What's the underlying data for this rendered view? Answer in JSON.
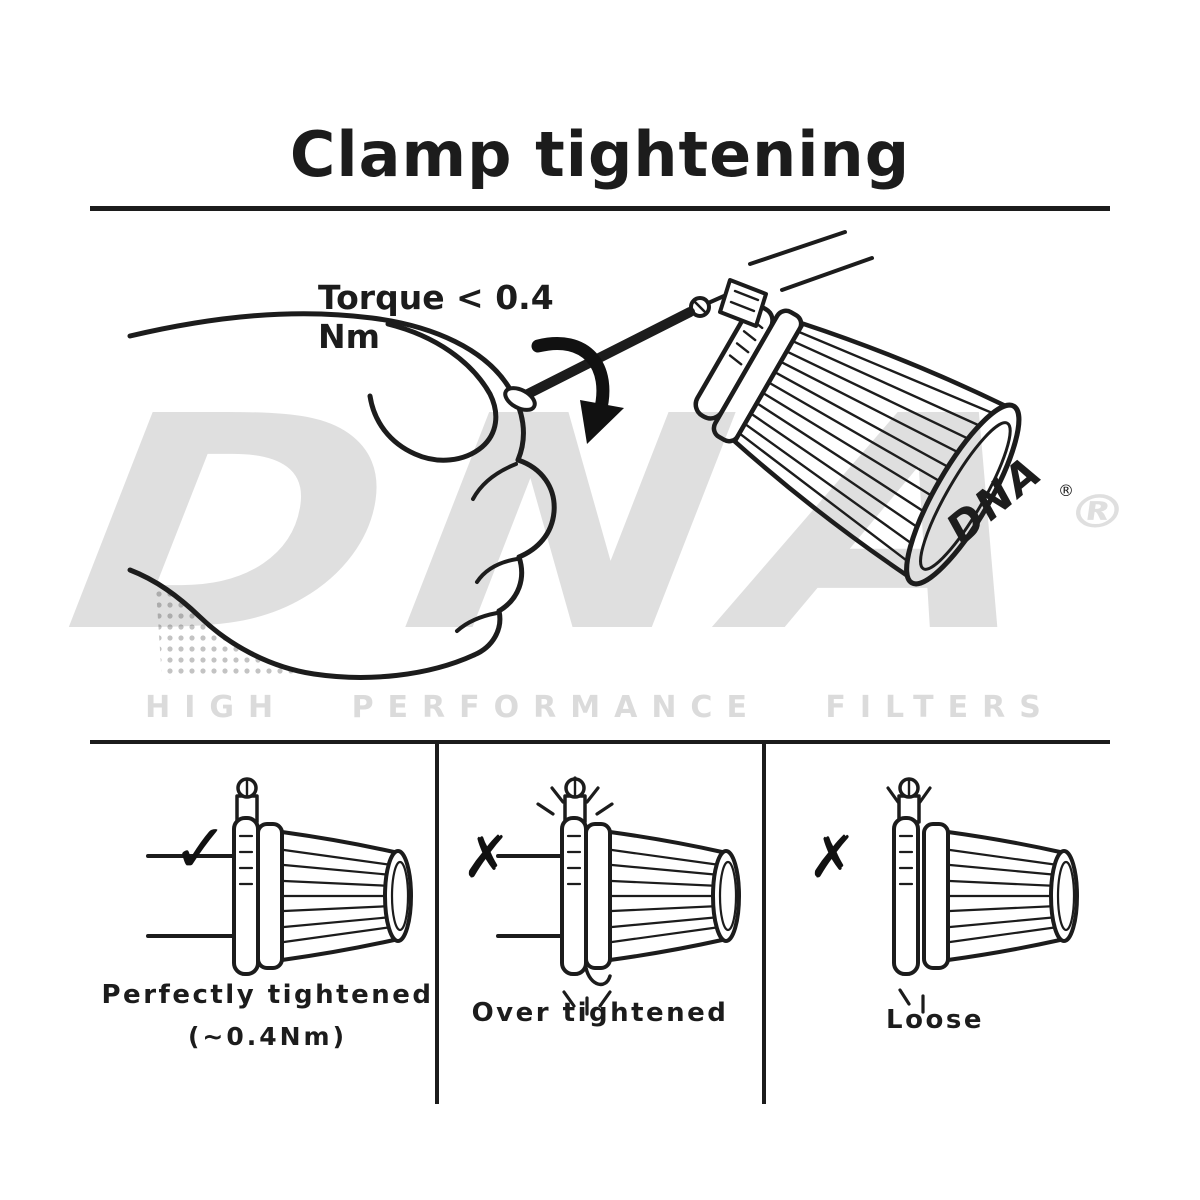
{
  "title": "Clamp tightening",
  "illustration": {
    "torque_label": "Torque < 0.4 Nm",
    "cap_logo": "DNA",
    "cap_registered": "®"
  },
  "watermark": {
    "logo": "DNA",
    "registered": "®",
    "tagline": "HIGH PERFORMANCE FILTERS"
  },
  "panels": [
    {
      "mark": "✓",
      "label": "Perfectly tightened",
      "sublabel": "(~0.4Nm)"
    },
    {
      "mark": "✗",
      "label": "Over tightened"
    },
    {
      "mark": "✗",
      "label": "Loose"
    }
  ],
  "colors": {
    "ink": "#1c1c1c",
    "watermark_gray": "#d9d9d9",
    "background": "#ffffff"
  }
}
